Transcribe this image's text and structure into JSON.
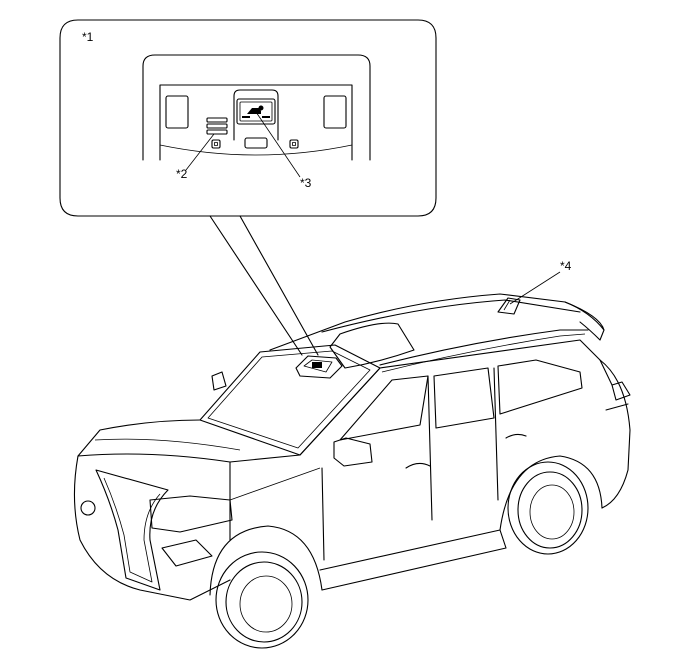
{
  "callouts": {
    "c1": "*1",
    "c2": "*2",
    "c3": "*3",
    "c4": "*4"
  }
}
